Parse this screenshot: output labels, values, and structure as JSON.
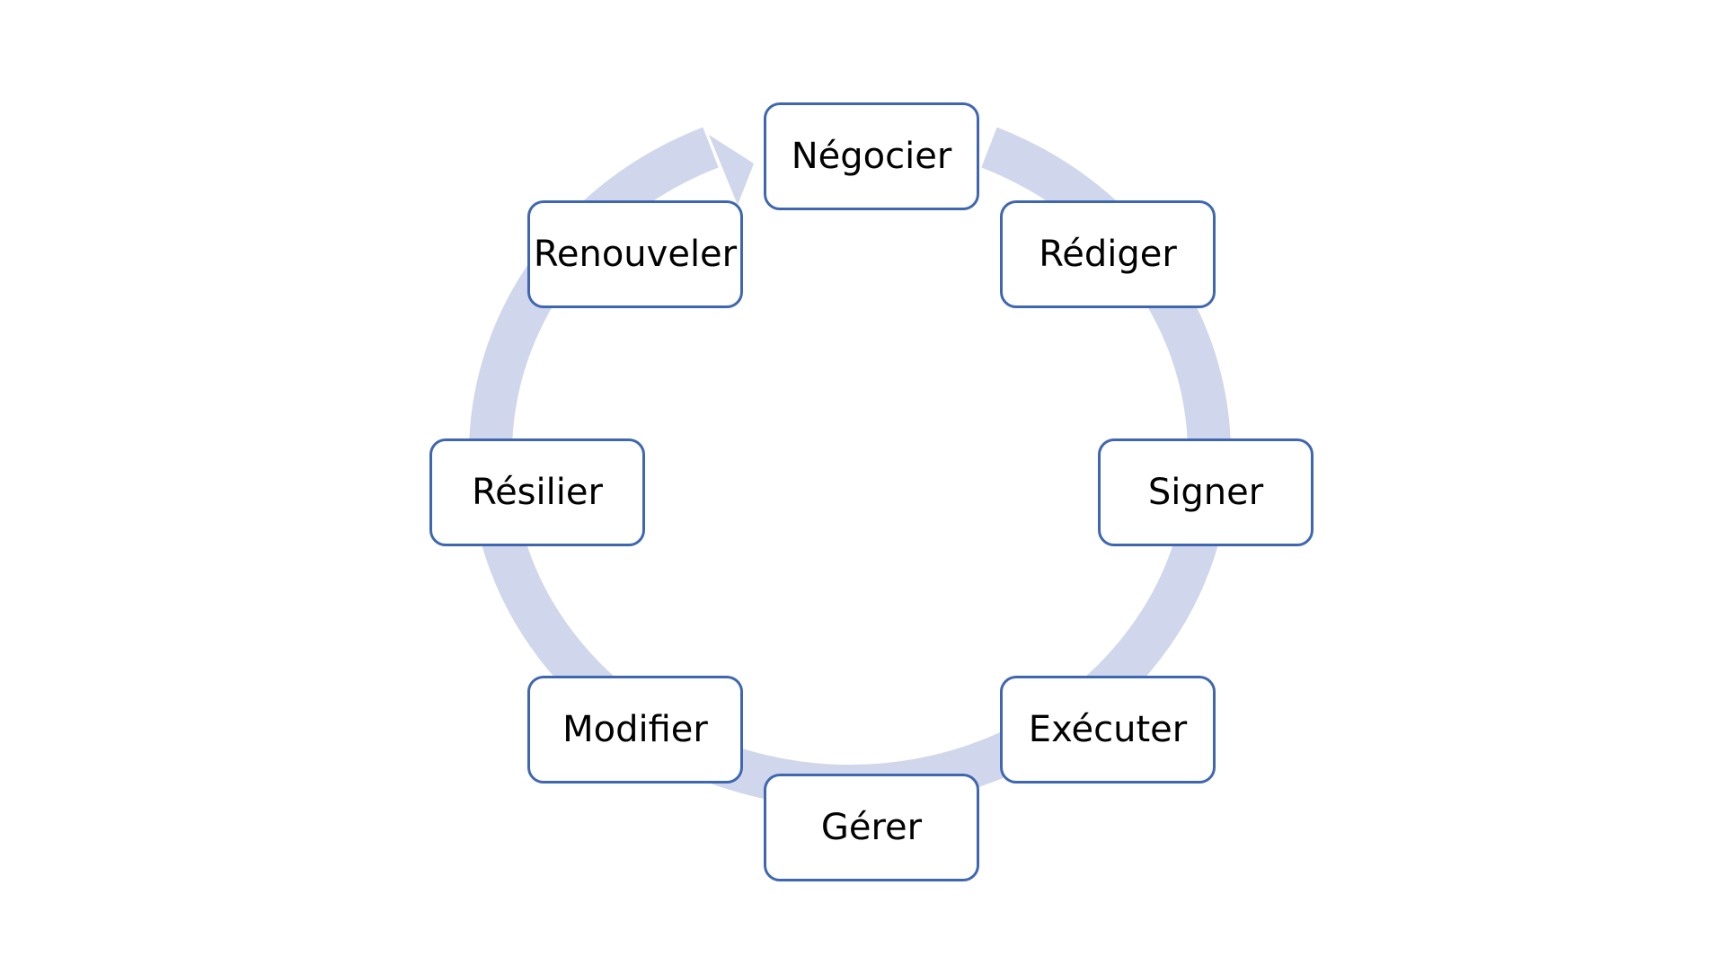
{
  "diagram": {
    "type": "cycle",
    "colors": {
      "ring": "#d0d6eb",
      "node_border": "#3f67b1",
      "node_fill": "#ffffff",
      "text": "#000000"
    },
    "steps": [
      {
        "id": "negocier",
        "label": "Négocier"
      },
      {
        "id": "rediger",
        "label": "Rédiger"
      },
      {
        "id": "signer",
        "label": "Signer"
      },
      {
        "id": "executer",
        "label": "Exécuter"
      },
      {
        "id": "gerer",
        "label": "Gérer"
      },
      {
        "id": "modifier",
        "label": "Modifier"
      },
      {
        "id": "resilier",
        "label": "Résilier"
      },
      {
        "id": "renouveler",
        "label": "Renouveler"
      }
    ]
  }
}
